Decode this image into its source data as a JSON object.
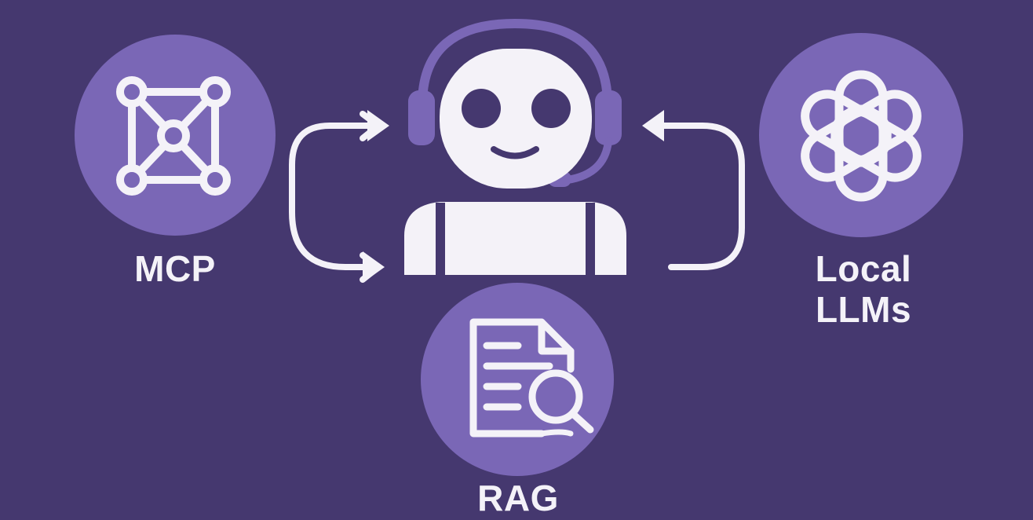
{
  "colors": {
    "background": "#45386f",
    "circle": "#7a67b6",
    "icon": "#f4f2f8",
    "headset": "#7a67b6"
  },
  "nodes": {
    "mcp": {
      "label": "MCP",
      "icon": "network-graph-icon"
    },
    "local_llms": {
      "label_line1": "Local",
      "label_line2": "LLMs",
      "icon": "openai-knot-icon"
    },
    "rag": {
      "label": "RAG",
      "icon": "document-search-icon"
    }
  },
  "center": {
    "icon": "robot-headset-icon"
  }
}
